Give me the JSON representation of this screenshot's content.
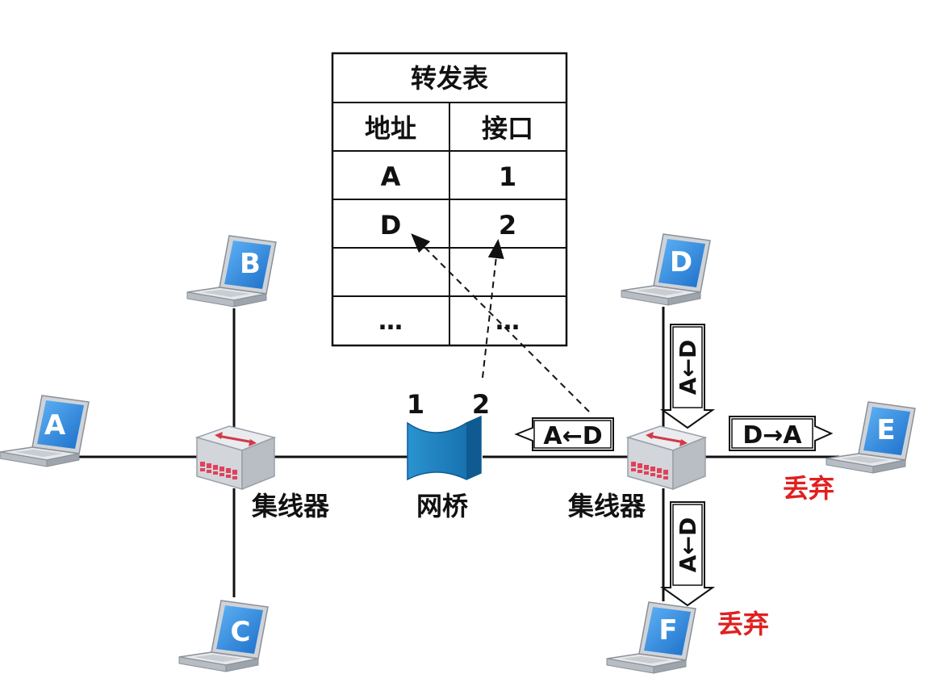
{
  "table": {
    "title": "转发表",
    "headers": [
      "地址",
      "接口"
    ],
    "rows": [
      [
        "A",
        "1"
      ],
      [
        "D",
        "2"
      ],
      [
        "",
        ""
      ],
      [
        "…",
        "…"
      ]
    ]
  },
  "hosts": [
    {
      "id": "A",
      "label": "A"
    },
    {
      "id": "B",
      "label": "B"
    },
    {
      "id": "C",
      "label": "C"
    },
    {
      "id": "D",
      "label": "D"
    },
    {
      "id": "E",
      "label": "E"
    },
    {
      "id": "F",
      "label": "F"
    }
  ],
  "devices": {
    "hub_left": "集线器",
    "hub_right": "集线器",
    "bridge": "网桥",
    "bridge_port_1": "1",
    "bridge_port_2": "2"
  },
  "frames": {
    "to_bridge": "A←D",
    "from_d": "A←D",
    "to_e": "D→A",
    "to_f": "A←D"
  },
  "status": {
    "drop_e": "丢弃",
    "drop_f": "丢弃"
  },
  "colors": {
    "laptop_screen": "#3b8fe3",
    "bridge": "#1f7fbf",
    "drop": "#e02020",
    "hub_accent": "#d23a4a"
  }
}
